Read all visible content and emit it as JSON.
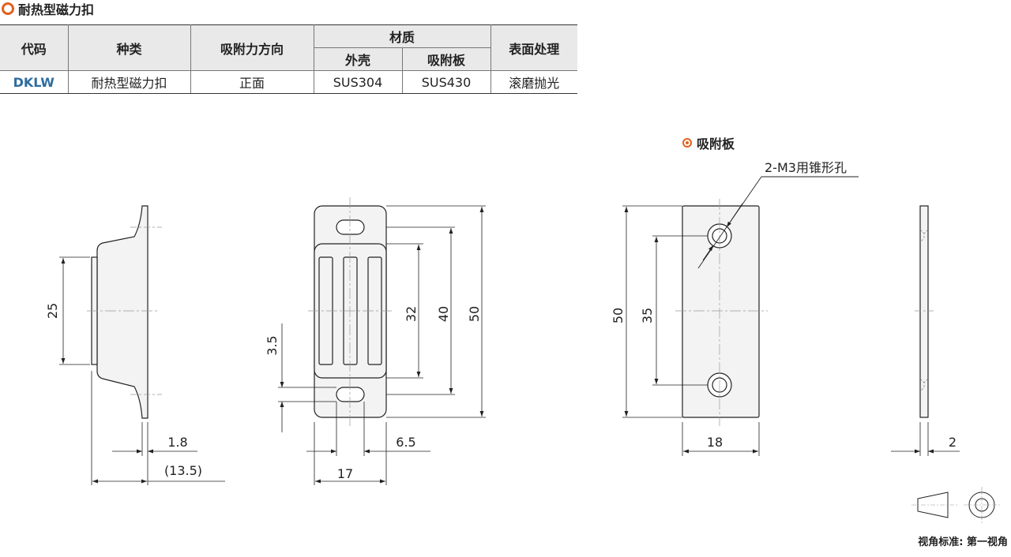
{
  "title": "耐热型磁力扣",
  "table": {
    "headers": {
      "code": "代码",
      "type": "种类",
      "direction": "吸附力方向",
      "material": "材质",
      "shell": "外壳",
      "plate": "吸附板",
      "surface": "表面处理"
    },
    "row": {
      "code": "DKLW",
      "type": "耐热型磁力扣",
      "direction": "正面",
      "shell": "SUS304",
      "plate": "SUS430",
      "surface": "滚磨抛光"
    }
  },
  "plate_section": {
    "label": "吸附板",
    "hole_note": "2-M3用锥形孔"
  },
  "dimensions": {
    "side_height": "25",
    "side_thickness": "1.8",
    "side_depth": "(13.5)",
    "front_offset": "3.5",
    "front_32": "32",
    "front_40": "40",
    "front_50": "50",
    "front_hole": "6.5",
    "front_width": "17",
    "plate_height": "50",
    "plate_pitch": "35",
    "plate_width": "18",
    "plate_thickness": "2"
  },
  "caption": "视角标准: 第一视角",
  "colors": {
    "accent": "#e2611f",
    "code": "#2e6c9f",
    "header_bg": "#e9e9e9",
    "part_fill": "#f3f3f3"
  }
}
